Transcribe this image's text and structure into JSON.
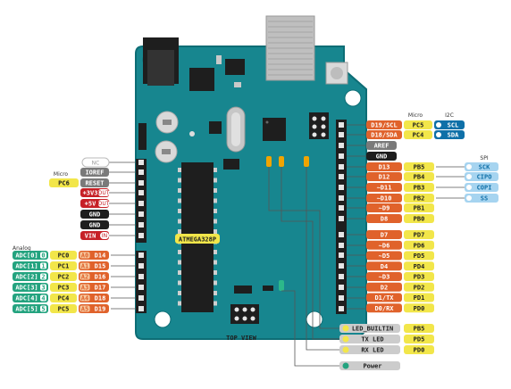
{
  "colors": {
    "board": "#17868f",
    "board_edge": "#0d6d75",
    "header_black": "#1e1e1e",
    "orange": "#e0622b",
    "yellow": "#f2e64a",
    "gray": "#cccccc",
    "dark": "#2a2a2a",
    "red": "#c62026",
    "green": "#23a37f",
    "blue": "#0f70a8",
    "light_blue": "#a6d4f0",
    "mid_gray": "#7a7a7a",
    "led_amber": "#f0a400"
  },
  "board": {
    "chip_label": "ATMEGA328P",
    "view_label": "TOP VIEW"
  },
  "left_header": {
    "nc": "NC",
    "micro": "Micro",
    "ioref": "IOREF",
    "pc6": "PC6",
    "reset": "RESET",
    "v33": "+3V3",
    "v5": "+5V",
    "out1": "OUT",
    "out2": "OUT",
    "gnd1": "GND",
    "gnd2": "GND",
    "vin": "VIN",
    "in": "IN"
  },
  "analog": {
    "title": "Analog",
    "rows": [
      {
        "adc": "ADC[0]",
        "pc": "PC0",
        "a": "A0",
        "d": "D14",
        "num": "0"
      },
      {
        "adc": "ADC[1]",
        "pc": "PC1",
        "a": "A1",
        "d": "D15",
        "num": "1"
      },
      {
        "adc": "ADC[2]",
        "pc": "PC2",
        "a": "A2",
        "d": "D16",
        "num": "2"
      },
      {
        "adc": "ADC[3]",
        "pc": "PC3",
        "a": "A3",
        "d": "D17",
        "num": "3"
      },
      {
        "adc": "ADC[4]",
        "pc": "PC4",
        "a": "A4",
        "d": "D18",
        "num": "4"
      },
      {
        "adc": "ADC[5]",
        "pc": "PC5",
        "a": "A5",
        "d": "D19",
        "num": "5"
      }
    ]
  },
  "right_top": {
    "micro": "Micro",
    "i2c": "I2C",
    "spi": "SPI",
    "d19": "D19/SCL",
    "pc5": "PC5",
    "scl": "SCL",
    "d18": "D18/SDA",
    "pc4": "PC4",
    "sda": "SDA",
    "aref": "AREF",
    "gnd": "GND"
  },
  "right_digital_top": [
    {
      "d": "D13",
      "p": "PB5",
      "spi": "SCK"
    },
    {
      "d": "D12",
      "p": "PB4",
      "spi": "CIPO"
    },
    {
      "d": "~D11",
      "p": "PB3",
      "spi": "COPI"
    },
    {
      "d": "~D10",
      "p": "PB2",
      "spi": "SS"
    },
    {
      "d": "~D9",
      "p": "PB1",
      "spi": ""
    },
    {
      "d": "D8",
      "p": "PB0",
      "spi": ""
    }
  ],
  "right_digital_bottom": [
    {
      "d": "D7",
      "p": "PD7"
    },
    {
      "d": "~D6",
      "p": "PD6"
    },
    {
      "d": "~D5",
      "p": "PD5"
    },
    {
      "d": "D4",
      "p": "PD4"
    },
    {
      "d": "~D3",
      "p": "PD3"
    },
    {
      "d": "D2",
      "p": "PD2"
    },
    {
      "d": "D1/TX",
      "p": "PD1"
    },
    {
      "d": "D0/RX",
      "p": "PD0"
    }
  ],
  "leds": [
    {
      "name": "LED_BUILTIN",
      "p": "PB5"
    },
    {
      "name": "TX LED",
      "p": "PD5"
    },
    {
      "name": "RX LED",
      "p": "PD0"
    },
    {
      "name": "Power",
      "p": ""
    }
  ]
}
